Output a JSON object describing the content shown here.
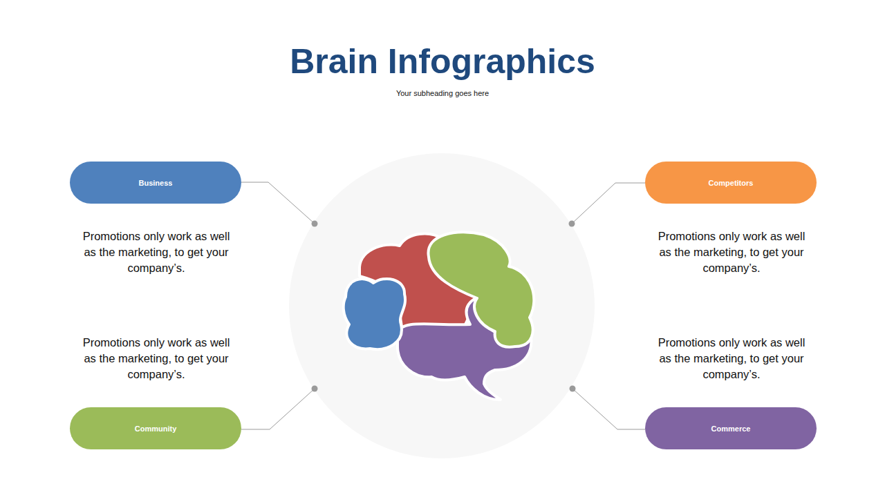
{
  "diagram": {
    "title": "Brain Infographics",
    "nodes": [
      {
        "text": [
          "Business"
        ]
      },
      {
        "text": [
          "Competitors"
        ]
      },
      {
        "text": [
          "Community"
        ]
      },
      {
        "text": [
          "Commerce"
        ]
      }
    ],
    "labels": [
      "Your subheading goes here",
      "Promotions only work as well as the marketing, to get your company’s.",
      "Promotions only work as well as the marketing, to get your company’s.",
      "Promotions only work as well as the marketing, to get your company’s.",
      "Promotions only work as well as the marketing, to get your company’s."
    ]
  }
}
